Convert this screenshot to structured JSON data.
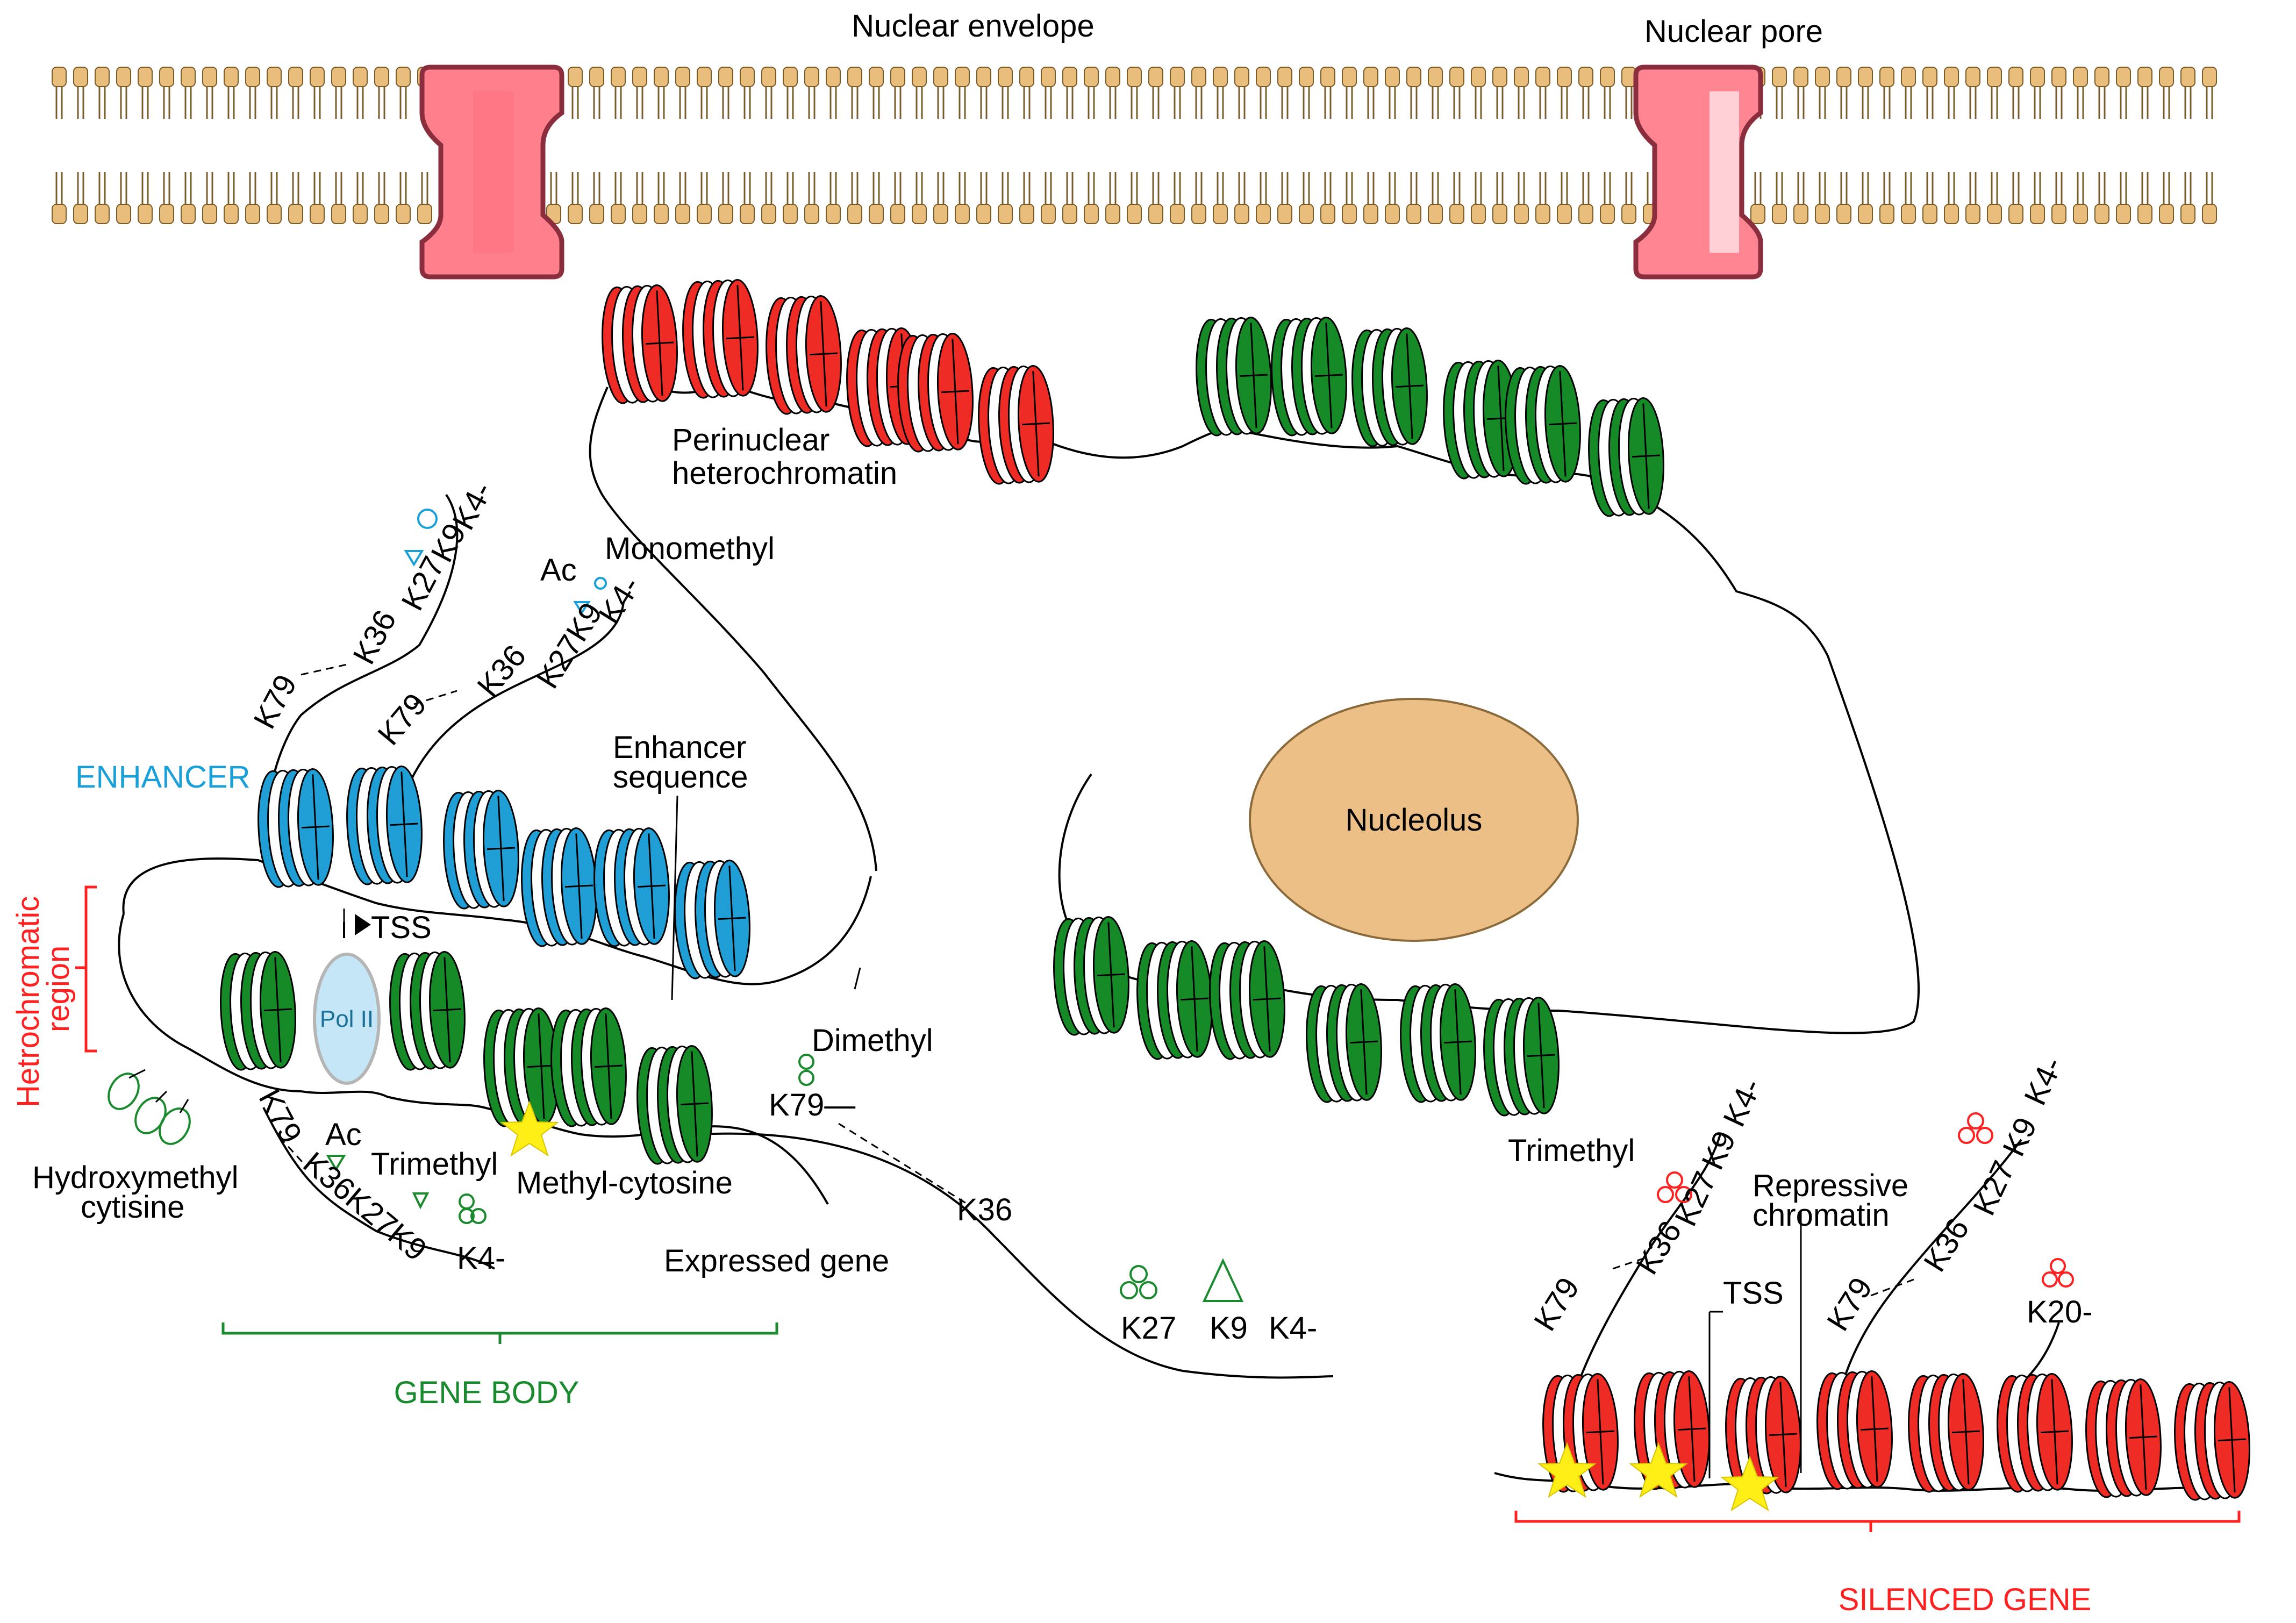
{
  "membrane": {
    "envelope_label": "Nuclear envelope",
    "pore_label": "Nuclear pore"
  },
  "nucleolus_label": "Nucleolus",
  "perinuclear": {
    "line1": "Perinuclear",
    "line2": "heterochromatin"
  },
  "marks": {
    "monomethyl": "Monomethyl",
    "dimethyl": "Dimethyl",
    "trimethyl_left": "Trimethyl",
    "trimethyl_right": "Trimethyl",
    "ac_top": "Ac",
    "ac_bottom": "Ac"
  },
  "enhancer": {
    "label": "ENHANCER",
    "seq_line1": "Enhancer",
    "seq_line2": "sequence"
  },
  "hetero": {
    "line1": "Hetrochromatic",
    "line2": "region"
  },
  "pol2": "Pol II",
  "tss_left": "TSS",
  "tss_right": "TSS",
  "hydroxy": {
    "line1": "Hydroxymethyl",
    "line2": "cytisine"
  },
  "methylcytosine": "Methyl-cytosine",
  "expressed_gene": "Expressed gene",
  "gene_body": "GENE BODY",
  "silenced_gene": "SILENCED GENE",
  "repressive": {
    "line1": "Repressive",
    "line2": "chromatin"
  },
  "legend": {
    "k27": "K27",
    "k9": "K9",
    "k4": "K4-"
  },
  "tails": {
    "k79": "K79",
    "k36": "K36",
    "k27": "K27",
    "k9": "K9",
    "k4": "K4-",
    "k20": "K20-",
    "k79_dash": "K79—",
    "k27k9": "K27K9",
    "k36k27k9": "K36K27K9"
  },
  "colors": {
    "lipid": "#e9bd7b",
    "pore": "#ff7f8c",
    "pore_border": "#8a2d3c",
    "nucleolus": "#ebbf86",
    "blue_nuc": "#1f9fd6",
    "red_nuc": "#ee2b24",
    "green_nuc": "#168a27",
    "pol2": "#c5e6f7",
    "star": "#ffef17",
    "enhancer_text": "#1aa0d8",
    "silenced_text": "#ff2020",
    "genebody_text": "#1a8a2e"
  }
}
